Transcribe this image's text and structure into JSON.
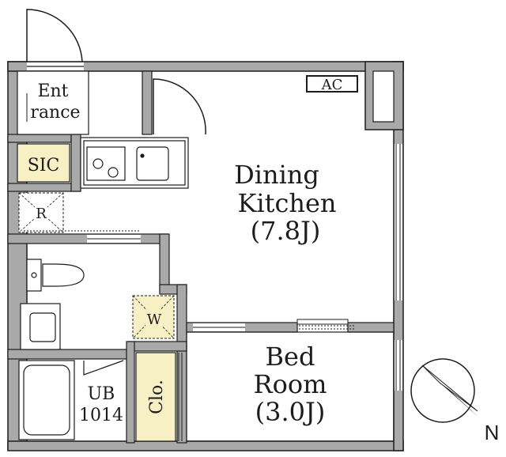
{
  "rooms": {
    "entrance": {
      "line1": "Ent",
      "line2": "rance"
    },
    "sic": {
      "label": "SIC"
    },
    "refrigerator": {
      "label": "R"
    },
    "washer": {
      "label": "W"
    },
    "dining_kitchen": {
      "line1": "Dining",
      "line2": "Kitchen",
      "line3": "(7.8J)"
    },
    "bedroom": {
      "line1": "Bed",
      "line2": "Room",
      "line3": "(3.0J)"
    },
    "unit_bath": {
      "line1": "UB",
      "line2": "1014"
    },
    "closet": {
      "label": "Clo."
    },
    "aircon": {
      "label": "AC"
    }
  },
  "compass": {
    "label": "N"
  },
  "colors": {
    "wall": "#a9a9a9",
    "wall_outline": "#1c1c1c",
    "storage_fill": "#f6f0c4",
    "background": "#ffffff"
  }
}
